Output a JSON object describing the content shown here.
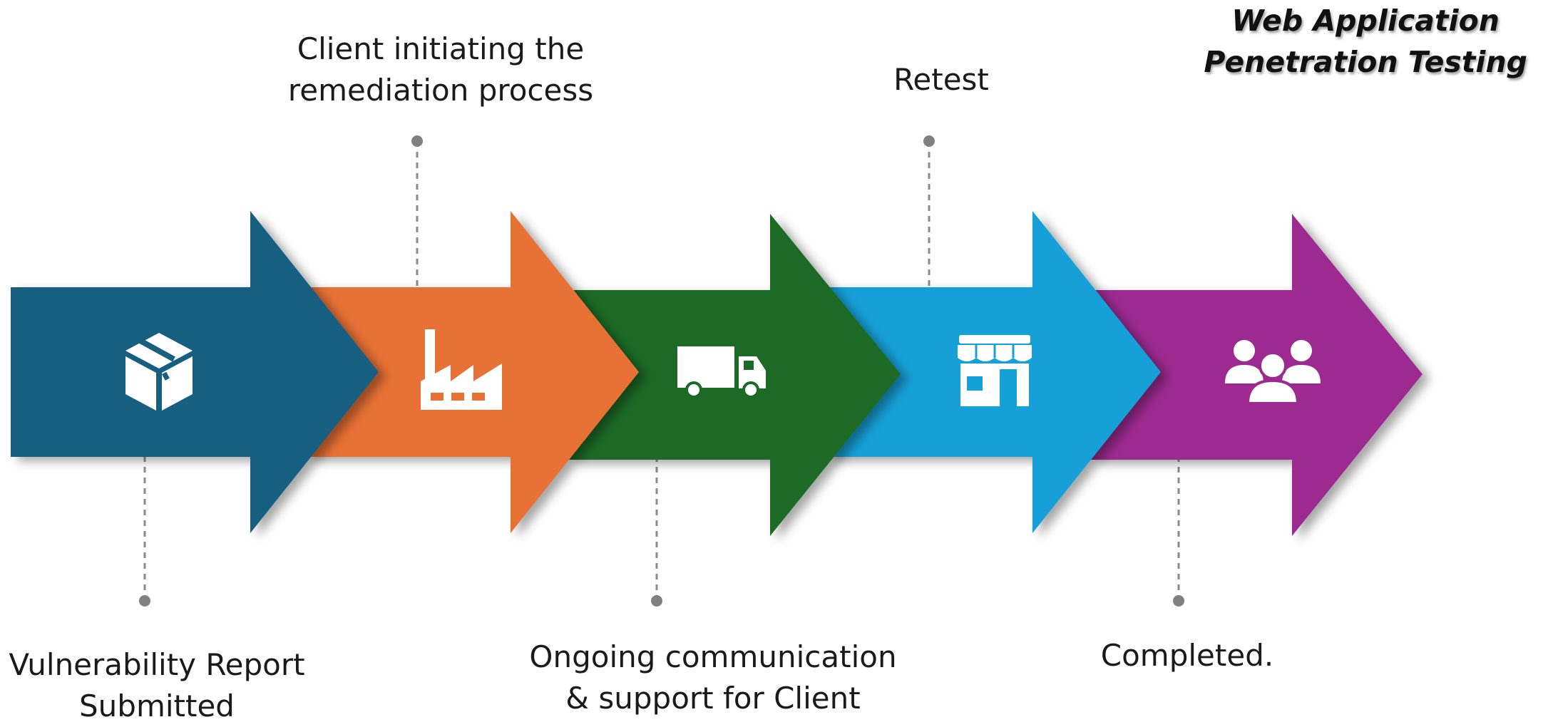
{
  "title": {
    "line1": "Web Application",
    "line2": "Penetration Testing"
  },
  "steps": [
    {
      "name": "vulnerability-report",
      "color": "#185f80",
      "icon": "box-icon",
      "lines": [
        "Vulnerability Report",
        "Submitted"
      ]
    },
    {
      "name": "remediation",
      "color": "#e87134",
      "icon": "factory-icon",
      "lines": [
        "Client initiating the",
        "remediation process"
      ]
    },
    {
      "name": "communication",
      "color": "#1c6b25",
      "icon": "truck-icon",
      "lines": [
        "Ongoing communication",
        "& support for Client"
      ]
    },
    {
      "name": "retest",
      "color": "#15a0d7",
      "icon": "store-icon",
      "lines": [
        "Retest"
      ]
    },
    {
      "name": "completed",
      "color": "#9c2b90",
      "icon": "people-icon",
      "lines": [
        "Completed."
      ]
    }
  ]
}
